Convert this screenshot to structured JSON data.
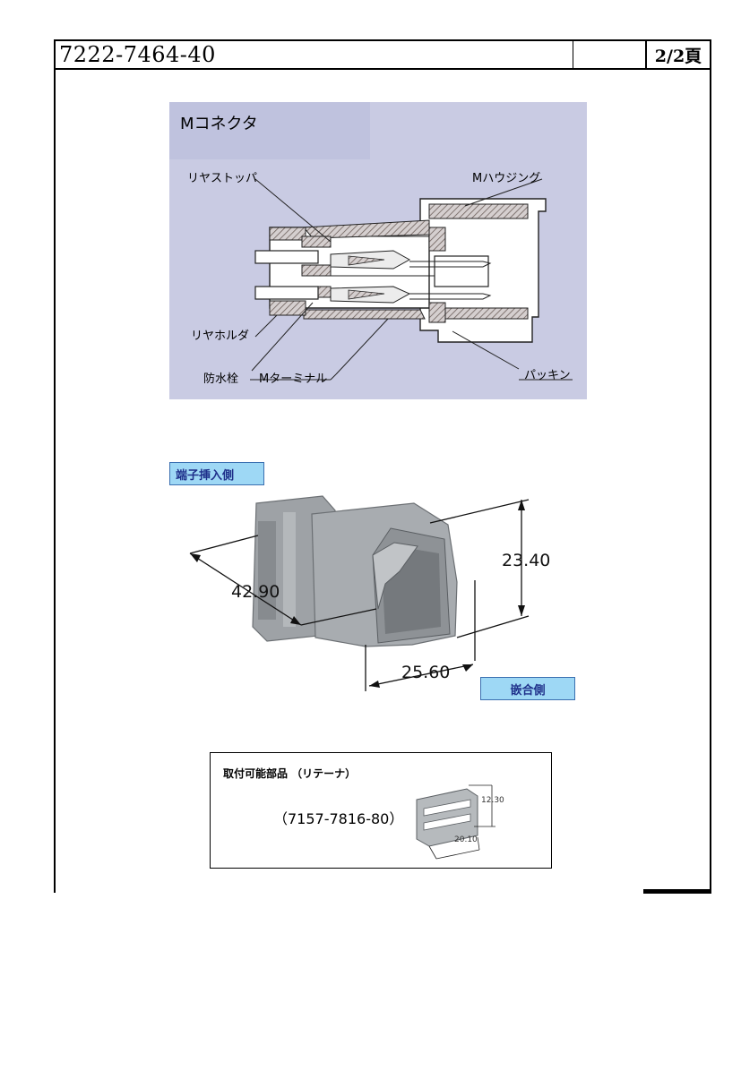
{
  "header": {
    "doc_number": "7222-7464-40",
    "middle": "",
    "page": "2/2頁"
  },
  "cross_section": {
    "title": "Mコネクタ",
    "labels": {
      "rear_stopper": "リヤストッパ",
      "m_housing": "Mハウジング",
      "rear_holder": "リヤホルダ",
      "waterproof_plug": "防水栓",
      "m_terminal": "Mターミナル",
      "packing": "パッキン"
    },
    "colors": {
      "background": "#c9cbe3",
      "hatch": "#8a7d78"
    }
  },
  "photo": {
    "tag_insert_side": "端子挿入側",
    "tag_mating_side": "嵌合側",
    "dim_length": "42.90",
    "dim_height": "23.40",
    "dim_width": "25.60",
    "colors": {
      "tag_bg": "#9ed8f5",
      "tag_text": "#1e2f8a",
      "body": "#9a9ea2"
    }
  },
  "optional_part": {
    "title": "取付可能部品 （リテーナ）",
    "part_number": "（7157-7816-80）",
    "dim_height": "12.30",
    "dim_width": "20.10"
  }
}
